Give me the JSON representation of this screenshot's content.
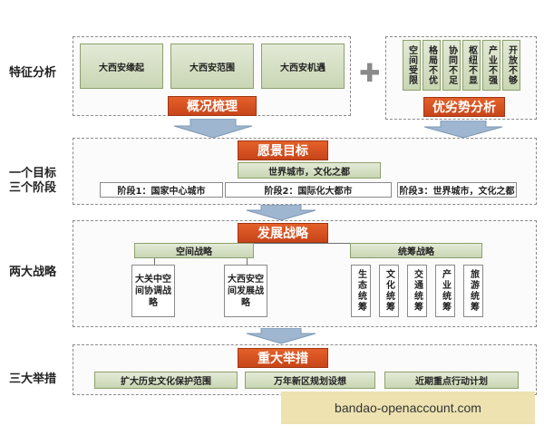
{
  "rows": {
    "r1": "特征分析",
    "r2a": "一个目标",
    "r2b": "三个阶段",
    "r3": "两大战略",
    "r4": "三大举措"
  },
  "overview": {
    "boxes": [
      "大西安缘起",
      "大西安范围",
      "大西安机遇"
    ],
    "title": "概况梳理"
  },
  "swot": {
    "items": [
      "空间受限",
      "格局不优",
      "协同不足",
      "枢纽不显",
      "产业不强",
      "开放不够"
    ],
    "title": "优劣势分析"
  },
  "vision": {
    "title": "愿景目标",
    "goal": "世界城市，文化之都",
    "stages": [
      "阶段1：国家中心城市",
      "阶段2：国际化大都市",
      "阶段3：世界城市，文化之都"
    ]
  },
  "strategy": {
    "title": "发展战略",
    "spatial": {
      "title": "空间战略",
      "items": [
        "大关中空间协调战略",
        "大西安空间发展战略"
      ]
    },
    "coord": {
      "title": "统筹战略",
      "items": [
        "生态统筹",
        "文化统筹",
        "交通统筹",
        "产业统筹",
        "旅游统筹"
      ]
    }
  },
  "measures": {
    "title": "重大举措",
    "items": [
      "扩大历史文化保护范围",
      "万年新区规划设想",
      "近期重点行动计划"
    ]
  },
  "watermark": "bandao-openaccount.com"
}
